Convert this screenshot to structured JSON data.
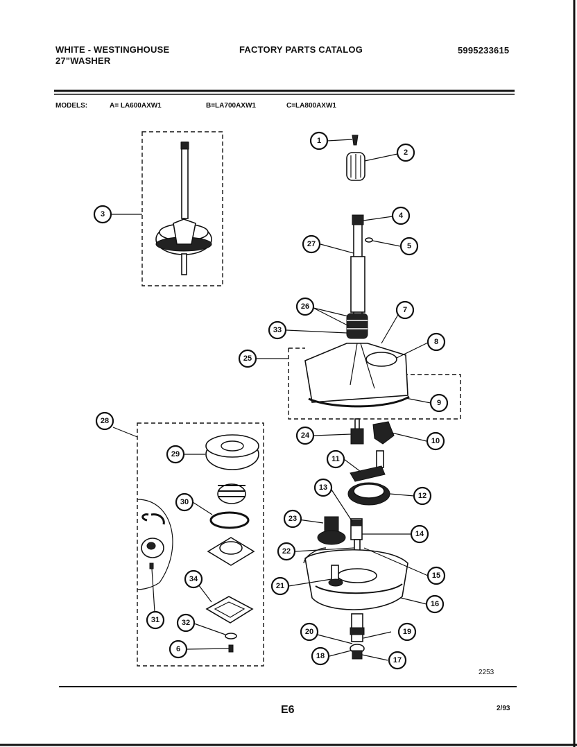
{
  "header": {
    "brand_line1": "WHITE - WESTINGHOUSE",
    "brand_line2": "27\"WASHER",
    "catalog_title": "FACTORY PARTS CATALOG",
    "catalog_number": "5995233615"
  },
  "models": {
    "label": "MODELS:",
    "a": "A= LA600AXW1",
    "b": "B=LA700AXW1",
    "c": "C=LA800AXW1"
  },
  "diagram": {
    "callouts": [
      "1",
      "2",
      "3",
      "4",
      "5",
      "6",
      "7",
      "8",
      "9",
      "10",
      "11",
      "12",
      "13",
      "14",
      "15",
      "16",
      "17",
      "18",
      "19",
      "20",
      "21",
      "22",
      "23",
      "24",
      "25",
      "26",
      "27",
      "28",
      "29",
      "30",
      "31",
      "32",
      "33",
      "34"
    ]
  },
  "footer": {
    "figure_code": "2253",
    "page_label": "E6",
    "date": "2/93"
  }
}
